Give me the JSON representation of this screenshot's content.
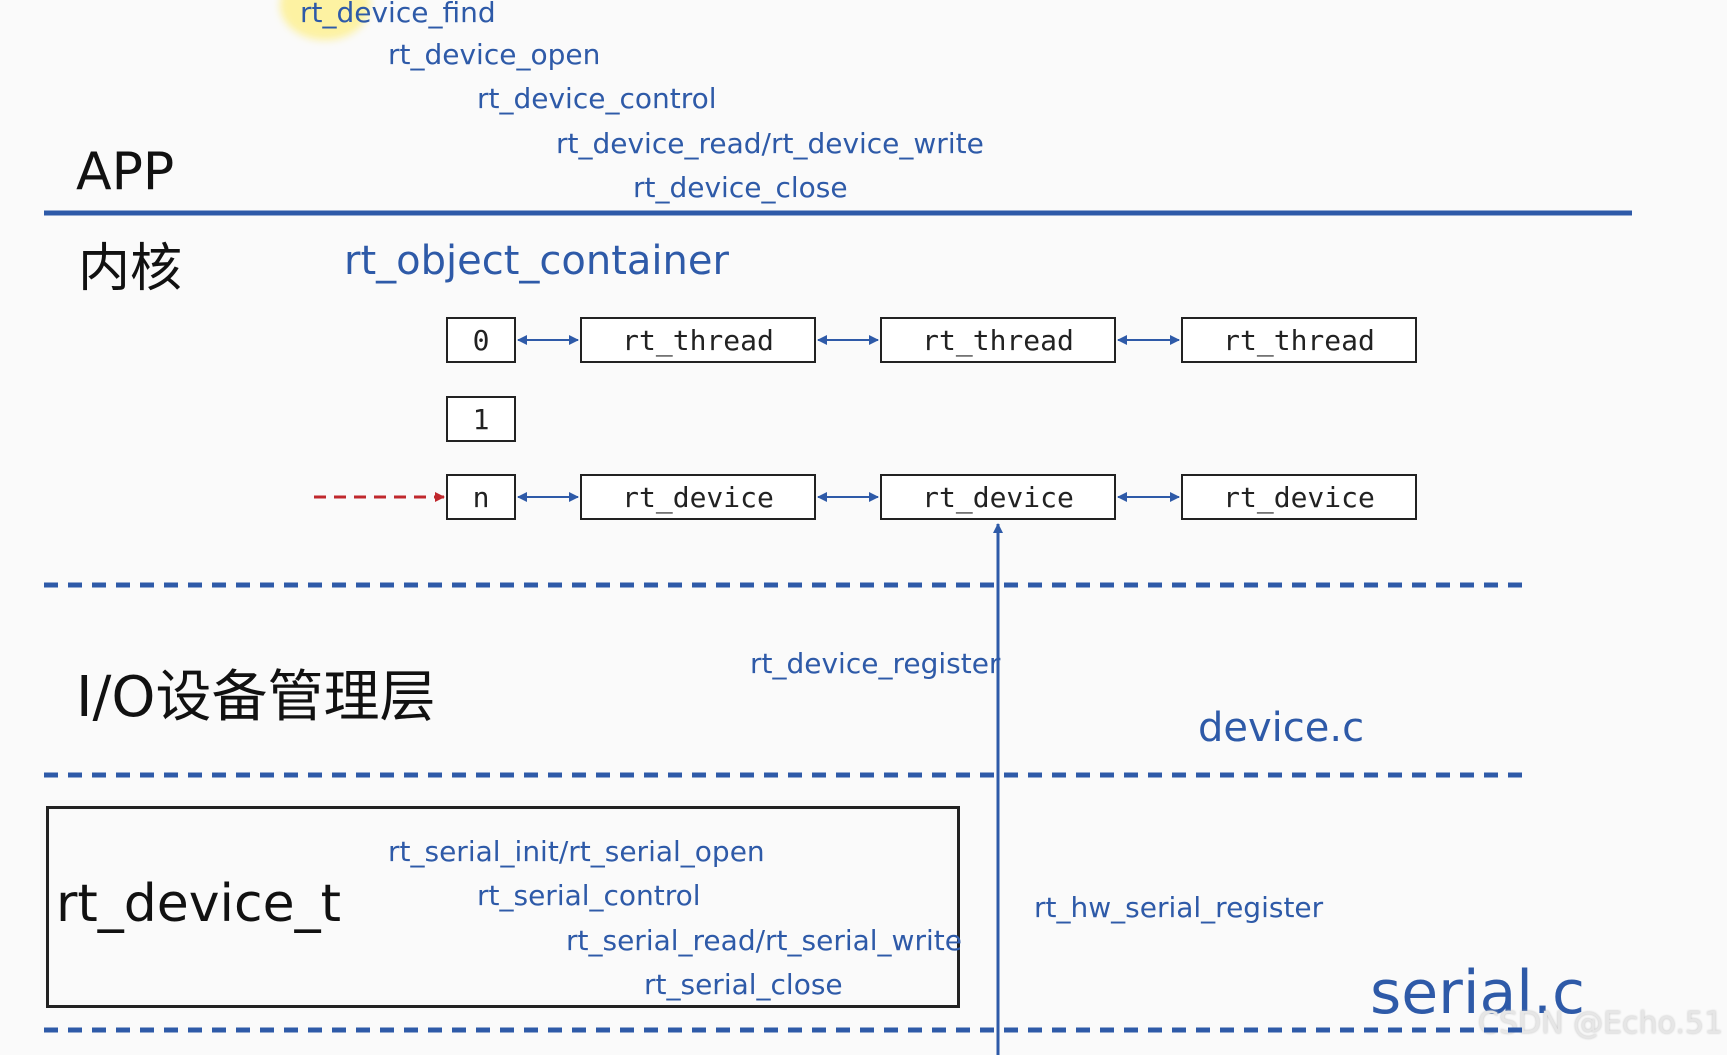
{
  "app_layer": {
    "label": "APP",
    "apis": [
      "rt_device_find",
      "rt_device_open",
      "rt_device_control",
      "rt_device_read/rt_device_write",
      "rt_device_close"
    ]
  },
  "kernel_layer": {
    "label": "内核",
    "container": "rt_object_container",
    "indexes": [
      "0",
      "1",
      "n"
    ],
    "thread_nodes": [
      "rt_thread",
      "rt_thread",
      "rt_thread"
    ],
    "device_nodes": [
      "rt_device",
      "rt_device",
      "rt_device"
    ]
  },
  "io_layer": {
    "label": "I/O设备管理层",
    "register_api": "rt_device_register",
    "file": "device.c"
  },
  "driver_layer": {
    "struct": "rt_device_t",
    "apis": [
      "rt_serial_init/rt_serial_open",
      "rt_serial_control",
      "rt_serial_read/rt_serial_write",
      "rt_serial_close"
    ],
    "register_api": "rt_hw_serial_register",
    "file": "serial.c"
  },
  "watermark": "CSDN @Echo.51",
  "colors": {
    "accent_blue": "#2e5aa8",
    "red_dashed": "#c0282d"
  }
}
